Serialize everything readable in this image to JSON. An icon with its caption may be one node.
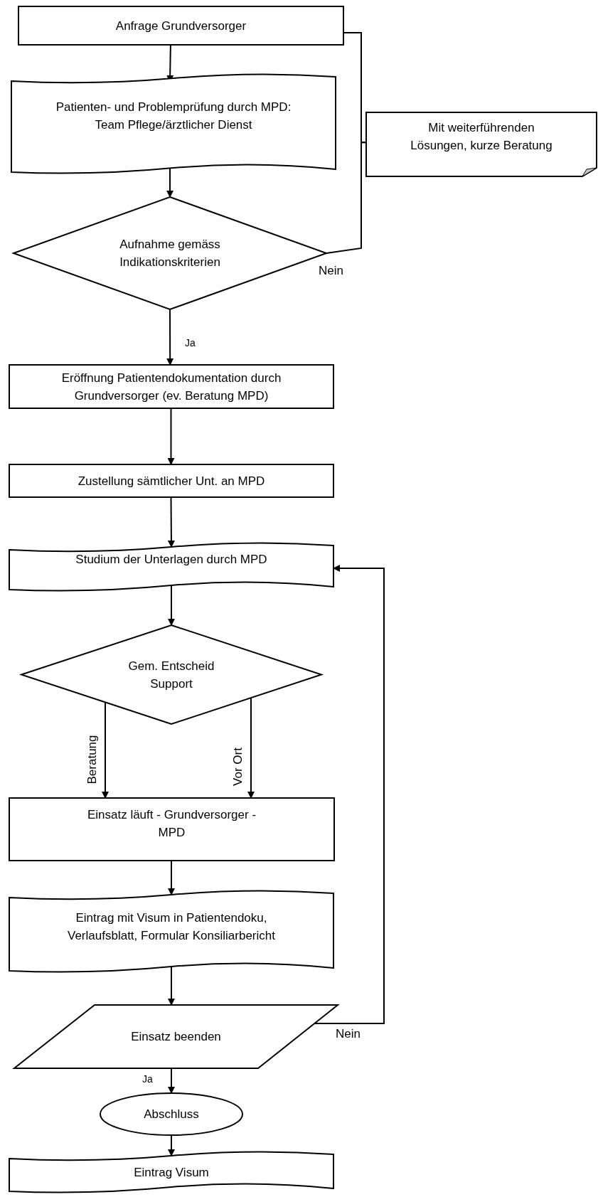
{
  "diagram": {
    "nodes": [
      {
        "text": [
          "Anfrage Grundversorger"
        ]
      },
      {
        "text": [
          "Patienten- und Problemprüfung durch MPD: Team Pflege/ärztlicher Dienst"
        ]
      },
      {
        "text": [
          "Mit weiterführenden Lösungen, kurze Beratung"
        ]
      },
      {
        "text": [
          "Aufnahme gemäss Indikationskriterien"
        ]
      },
      {
        "text": [
          "Eröffnung Patientendokumentation durch Grundversorger (ev. Beratung MPD)"
        ]
      },
      {
        "text": [
          "Zustellung sämtlicher Unt. an MPD"
        ]
      },
      {
        "text": [
          "Studium der Unterlagen durch MPD"
        ]
      },
      {
        "text": [
          "Gem. Entscheid Support"
        ]
      },
      {
        "text": [
          "Einsatz läuft - Grundversorger - MPD"
        ]
      },
      {
        "text": [
          "Eintrag mit Visum in Patientendoku, Verlaufsblatt, Formular Konsiliarbericht"
        ]
      },
      {
        "text": [
          "Einsatz beenden"
        ]
      },
      {
        "text": [
          "Abschluss"
        ]
      },
      {
        "text": [
          "Eintrag Visum"
        ]
      }
    ],
    "edges": [
      {
        "from": 0,
        "to": 1,
        "arrow": "to"
      },
      {
        "from": 1,
        "to": 3,
        "arrow": "to"
      },
      {
        "from": 0,
        "to": 2,
        "arrow": "none"
      },
      {
        "from": 3,
        "to": 2,
        "arrow": "none",
        "label": "Nein"
      },
      {
        "from": 3,
        "to": 4,
        "arrow": "to",
        "label": "Ja"
      },
      {
        "from": 4,
        "to": 5,
        "arrow": "to"
      },
      {
        "from": 5,
        "to": 6,
        "arrow": "to"
      },
      {
        "from": 6,
        "to": 7,
        "arrow": "to"
      },
      {
        "from": 7,
        "to": 8,
        "arrow": "to",
        "label": "Beratung"
      },
      {
        "from": 7,
        "to": 8,
        "arrow": "to",
        "label": "Vor Ort"
      },
      {
        "from": 8,
        "to": 9,
        "arrow": "to"
      },
      {
        "from": 9,
        "to": 10,
        "arrow": "to"
      },
      {
        "from": 10,
        "to": 6,
        "arrow": "to",
        "label": "Nein"
      },
      {
        "from": 10,
        "to": 11,
        "arrow": "to",
        "label": "Ja"
      },
      {
        "from": 11,
        "to": 12,
        "arrow": "to"
      }
    ]
  }
}
